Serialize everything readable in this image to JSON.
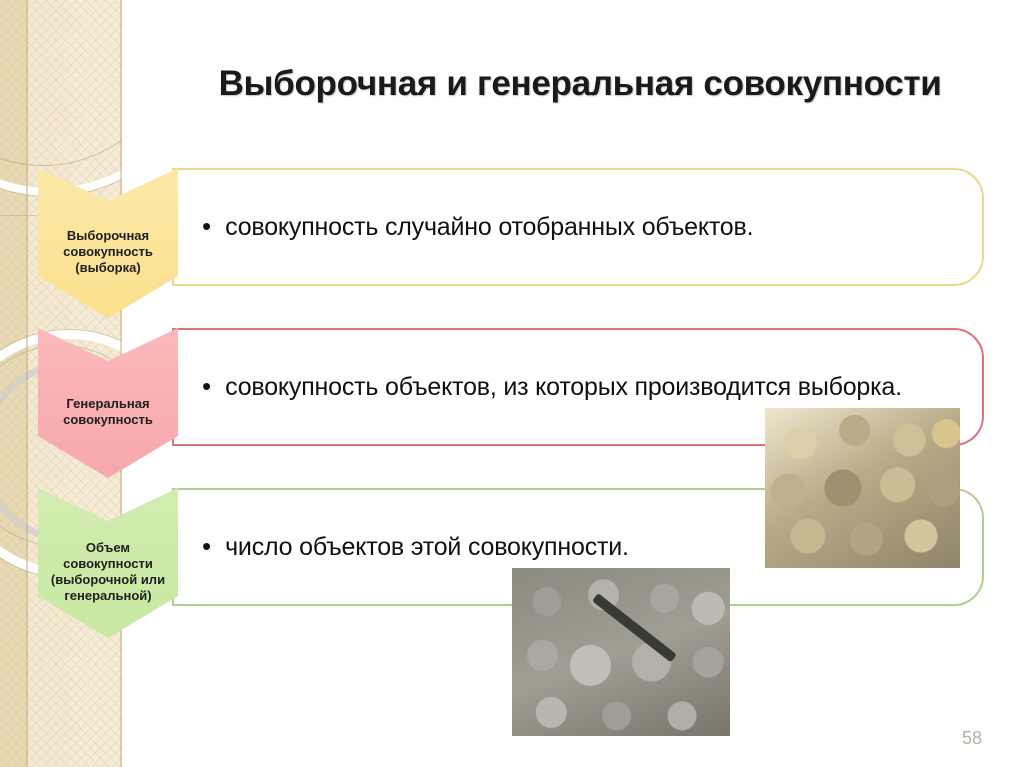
{
  "slide": {
    "title": "Выборочная и генеральная совокупности",
    "page_number": "58",
    "background_color": "#ffffff",
    "sidebar_color": "#f3e9d2"
  },
  "rows": [
    {
      "chevron_label_lines": [
        "Выборочная",
        "совокупность",
        "(выборка)"
      ],
      "chevron_label": "Выборочная совокупность (выборка)",
      "chevron_color": "#fbdf8c",
      "border_color": "#e7d98b",
      "bullet": "•",
      "text": "совокупность случайно отобранных объектов."
    },
    {
      "chevron_label_lines": [
        "Генеральная",
        "совокупность"
      ],
      "chevron_label": "Генеральная совокупность",
      "chevron_color": "#f7a7ab",
      "border_color": "#d9737c",
      "bullet": "•",
      "text": "совокупность объектов, из которых производится выборка."
    },
    {
      "chevron_label_lines": [
        "Объем",
        "совокупности",
        "(выборочной или",
        "генеральной)"
      ],
      "chevron_label": "Объем совокупности (выборочной или генеральной)",
      "chevron_color": "#c8e8a2",
      "border_color": "#b3cf8e",
      "bullet": "•",
      "text": " число объектов этой совокупности."
    }
  ],
  "photos": [
    {
      "name": "hex-nuts-photo",
      "caption": ""
    },
    {
      "name": "metal-castings-photo",
      "caption": ""
    }
  ]
}
